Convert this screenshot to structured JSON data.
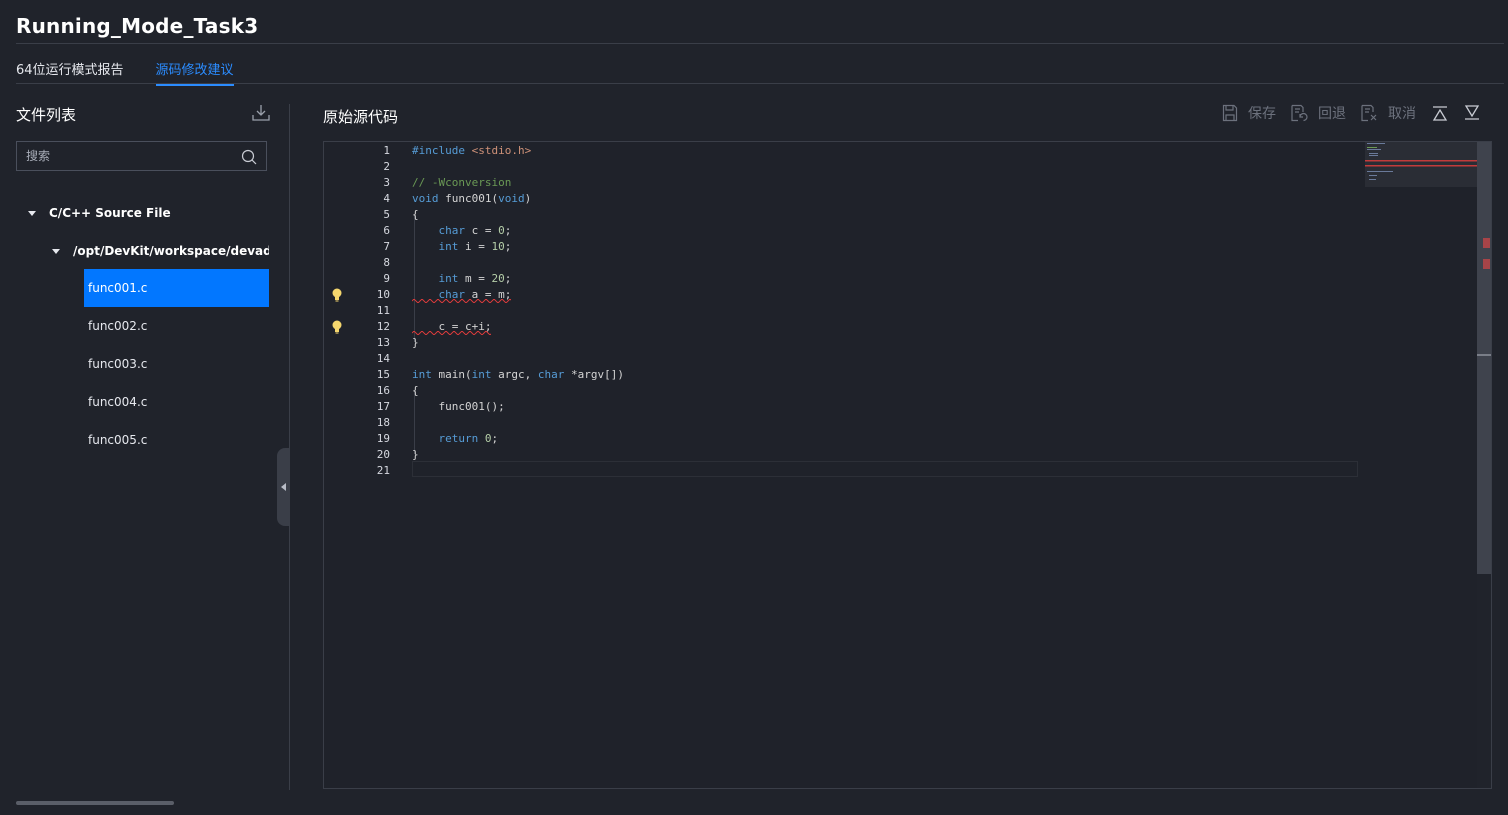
{
  "app": {
    "title": "Running_Mode_Task3"
  },
  "tabs": [
    {
      "label": "64位运行模式报告",
      "active": false
    },
    {
      "label": "源码修改建议",
      "active": true
    }
  ],
  "file_panel": {
    "title": "文件列表",
    "search_placeholder": "搜索",
    "tree": {
      "root_label": "C/C++ Source File",
      "folder_label": "/opt/DevKit/workspace/devadmin/",
      "files": [
        {
          "name": "func001.c",
          "selected": true
        },
        {
          "name": "func002.c",
          "selected": false
        },
        {
          "name": "func003.c",
          "selected": false
        },
        {
          "name": "func004.c",
          "selected": false
        },
        {
          "name": "func005.c",
          "selected": false
        }
      ]
    }
  },
  "code_panel": {
    "title": "原始源代码",
    "toolbar": {
      "save": "保存",
      "rollback": "回退",
      "cancel": "取消"
    },
    "lines": [
      {
        "n": "1",
        "text": "#include <stdio.h>"
      },
      {
        "n": "2",
        "text": ""
      },
      {
        "n": "3",
        "text": "// -Wconversion"
      },
      {
        "n": "4",
        "text": "void func001(void)"
      },
      {
        "n": "5",
        "text": "{"
      },
      {
        "n": "6",
        "text": "    char c = 0;"
      },
      {
        "n": "7",
        "text": "    int i = 10;"
      },
      {
        "n": "8",
        "text": ""
      },
      {
        "n": "9",
        "text": "    int m = 20;"
      },
      {
        "n": "10",
        "text": "    char a = m;",
        "warning": true
      },
      {
        "n": "11",
        "text": ""
      },
      {
        "n": "12",
        "text": "    c = c+i;",
        "warning": true
      },
      {
        "n": "13",
        "text": "}"
      },
      {
        "n": "14",
        "text": ""
      },
      {
        "n": "15",
        "text": "int main(int argc, char *argv[])"
      },
      {
        "n": "16",
        "text": "{"
      },
      {
        "n": "17",
        "text": "    func001();"
      },
      {
        "n": "18",
        "text": ""
      },
      {
        "n": "19",
        "text": "    return 0;"
      },
      {
        "n": "20",
        "text": "}"
      },
      {
        "n": "21",
        "text": ""
      }
    ]
  },
  "colors": {
    "accent": "#0277ff",
    "tab_active": "#2b8cff",
    "warning_bulb": "#f5d76e",
    "error_squiggle": "#e03c3c"
  }
}
